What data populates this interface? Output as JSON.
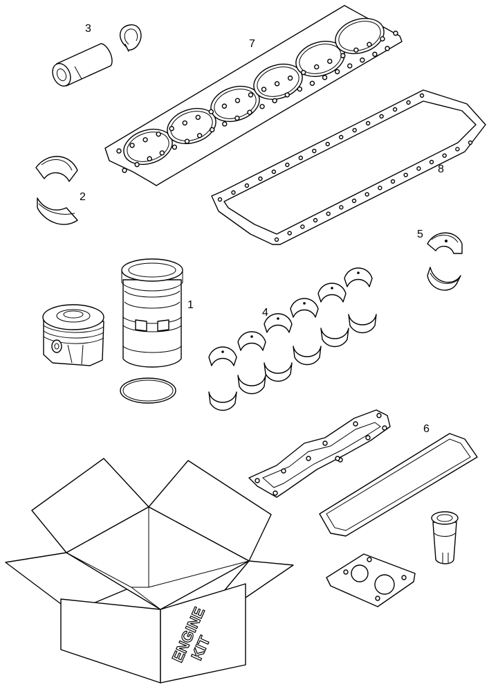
{
  "figure": {
    "callouts": [
      {
        "id": "1",
        "label": "1"
      },
      {
        "id": "2",
        "label": "2"
      },
      {
        "id": "3",
        "label": "3"
      },
      {
        "id": "4",
        "label": "4"
      },
      {
        "id": "5",
        "label": "5"
      },
      {
        "id": "6",
        "label": "6"
      },
      {
        "id": "7",
        "label": "7"
      },
      {
        "id": "8",
        "label": "8"
      }
    ],
    "box_print": [
      "ENGINE",
      "KIT"
    ]
  }
}
